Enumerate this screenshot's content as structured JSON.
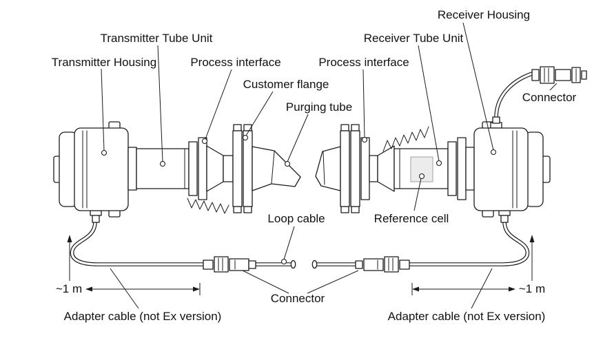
{
  "colors": {
    "background": "#ffffff",
    "line": "#1a1a1a",
    "reference_cell_fill": "#ececec"
  },
  "diagram": {
    "labels": {
      "transmitter_housing": "Transmitter Housing",
      "transmitter_tube_unit": "Transmitter Tube Unit",
      "process_interface_left": "Process interface",
      "customer_flange": "Customer flange",
      "purging_tube": "Purging tube",
      "process_interface_right": "Process interface",
      "receiver_tube_unit": "Receiver Tube Unit",
      "receiver_housing": "Receiver Housing",
      "connector_top": "Connector",
      "reference_cell": "Reference cell",
      "loop_cable": "Loop cable",
      "connector_bottom": "Connector",
      "adapter_cable_left": "Adapter cable (not Ex version)",
      "adapter_cable_right": "Adapter cable (not Ex version)",
      "dimension_left": "~1 m",
      "dimension_right": "~1 m"
    }
  }
}
